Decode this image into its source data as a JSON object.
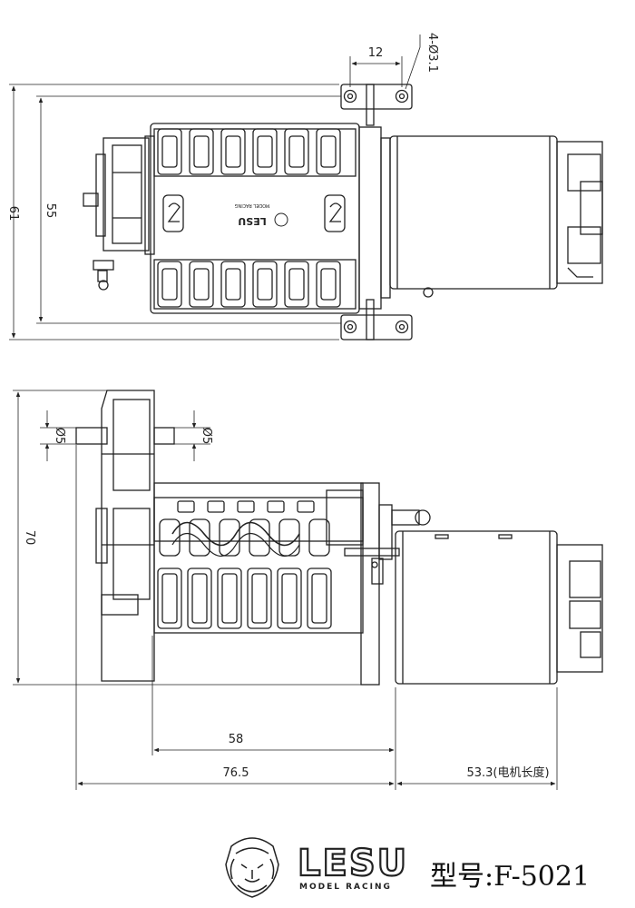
{
  "top_view": {
    "dim_overall_height": "61",
    "dim_bracket_height": "55",
    "dim_hole_spacing": "12",
    "dim_holes": "4-Ø3.1",
    "body_stamp_logo": "LESU",
    "body_stamp_sub": "MODEL RACING"
  },
  "side_view": {
    "dim_height": "70",
    "dim_shaft_left": "Ø5",
    "dim_shaft_right": "Ø5",
    "dim_gearbox_length": "58",
    "dim_total_length": "76.5",
    "dim_motor_length": "53.3(电机长度)"
  },
  "footer": {
    "brand": "LESU",
    "brand_sub": "MODEL RACING",
    "model_label": "型号:F-5021"
  }
}
